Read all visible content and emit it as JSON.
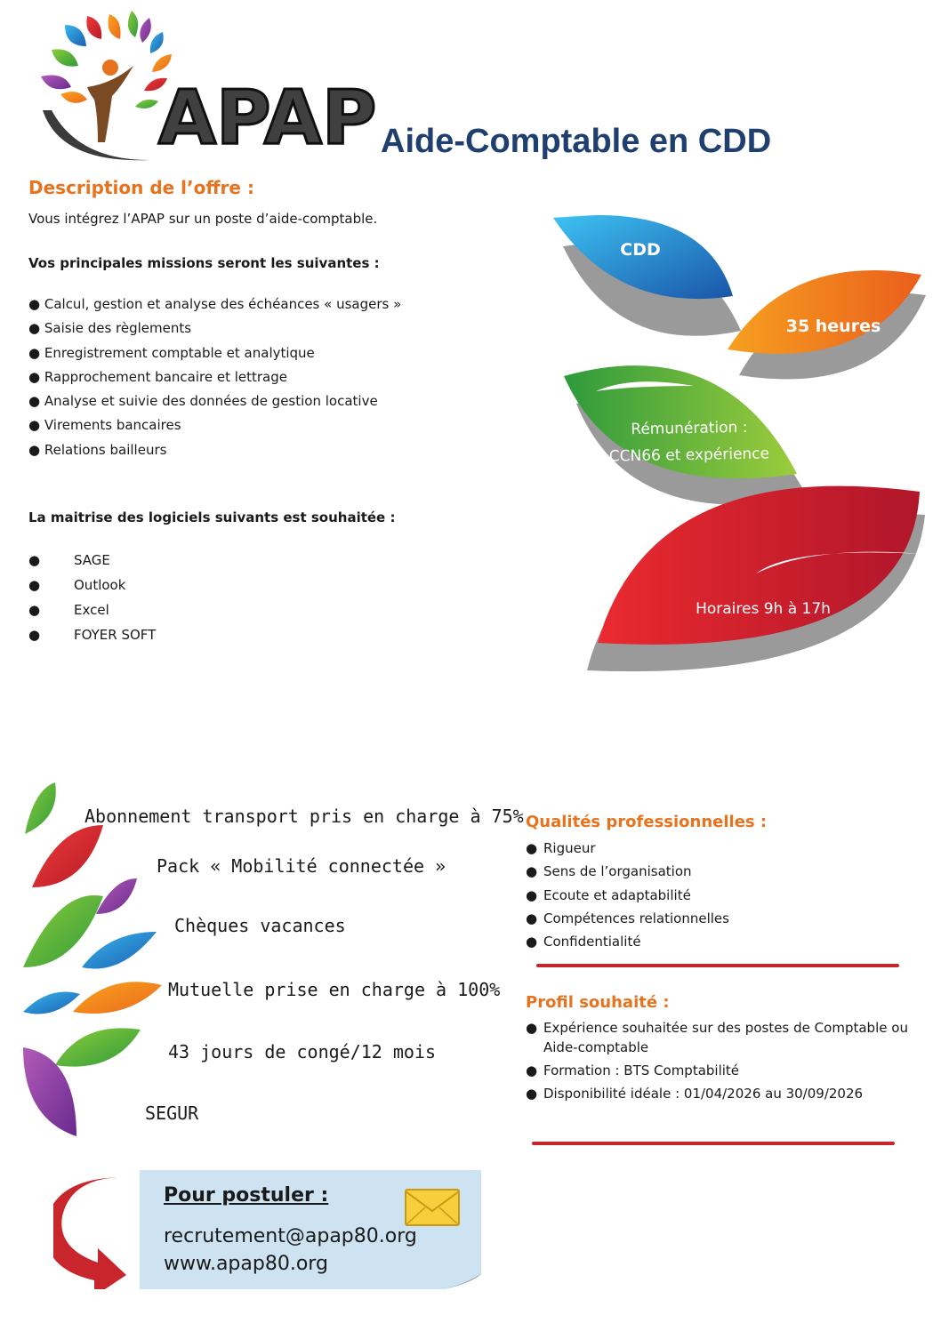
{
  "header": {
    "logo_text": "APAP",
    "job_title": "Aide-Comptable en CDD"
  },
  "description": {
    "heading": "Description de l’offre :",
    "intro": "Vous intégrez l’APAP sur un poste d’aide-comptable.",
    "missions_heading": "Vos principales missions seront les suivantes :",
    "missions": [
      "● Calcul, gestion et analyse des échéances « usagers »",
      "● Saisie des règlements",
      "● Enregistrement comptable et analytique",
      "● Rapprochement bancaire et lettrage",
      "● Analyse et suivie des données de gestion locative",
      "● Virements bancaires",
      "● Relations bailleurs"
    ],
    "software_heading": "La maitrise des logiciels suivants est souhaitée :",
    "software": [
      "SAGE",
      "Outlook",
      "Excel",
      "FOYER SOFT"
    ]
  },
  "highlights": {
    "contract": "CDD",
    "hours": "35 heures",
    "pay_line1": "Rémunération :",
    "pay_line2": "CCN66 et expérience",
    "schedule": "Horaires 9h à 17h"
  },
  "benefits": [
    "Abonnement transport pris en charge à 75%",
    "Pack « Mobilité connectée »",
    "Chèques vacances",
    "Mutuelle prise en charge à 100%",
    "43 jours de congé/12 mois",
    "SEGUR"
  ],
  "qualities": {
    "heading": "Qualités professionnelles :",
    "items": [
      "Rigueur",
      "Sens de l’organisation",
      "Ecoute et adaptabilité",
      "Compétences relationnelles",
      "Confidentialité"
    ]
  },
  "profile": {
    "heading": "Profil souhaité :",
    "items": [
      "Expérience souhaitée sur des postes de Comptable ou Aide-comptable",
      "Formation : BTS Comptabilité",
      "Disponibilité idéale : 01/04/2026 au 30/09/2026"
    ]
  },
  "apply": {
    "heading": "Pour postuler :",
    "email": "recrutement@apap80.org",
    "website": "www.apap80.org"
  },
  "bullet_char": "●",
  "colors": {
    "title_blue": "#1f3f6e",
    "heading_orange": "#e8731e",
    "rule_red": "#c9252c",
    "apply_box": "#cde3f2"
  }
}
